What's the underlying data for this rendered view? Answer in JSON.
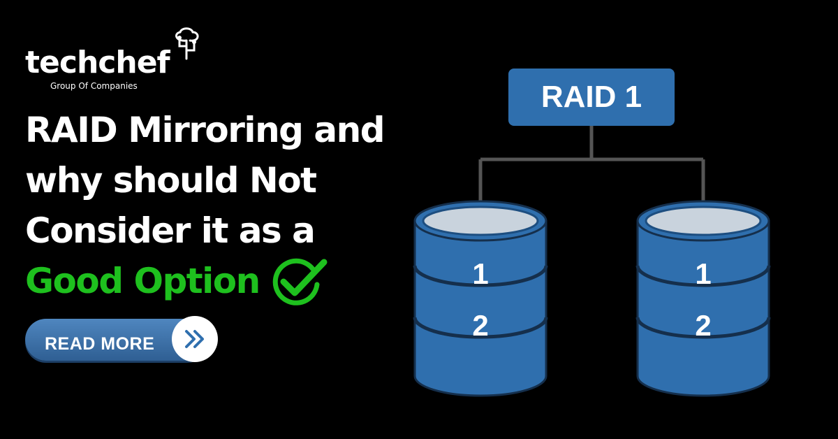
{
  "logo": {
    "name": "techchef",
    "tagline": "Group Of Companies"
  },
  "headline": {
    "line1": "RAID Mirroring and",
    "line2": "why should Not",
    "line3": "Consider it as a",
    "line4": "Good Option"
  },
  "cta": {
    "label": "READ MORE",
    "icon": "double-chevron-right-icon"
  },
  "diagram": {
    "root_label": "RAID 1",
    "disks": [
      {
        "segments": [
          "1",
          "2"
        ]
      },
      {
        "segments": [
          "1",
          "2"
        ]
      }
    ]
  },
  "colors": {
    "background": "#000000",
    "text": "#ffffff",
    "accent_green": "#1ec01e",
    "disk_blue": "#2f6fae",
    "disk_top": "#c9d3dd"
  }
}
